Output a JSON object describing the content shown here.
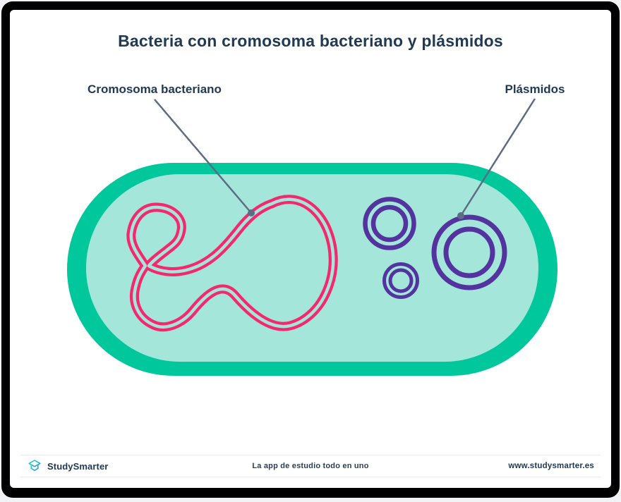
{
  "page": {
    "background": "#F2F3F7",
    "frame_color": "#000000",
    "card_color": "#FFFFFF"
  },
  "title": "Bacteria con cromosoma bacteriano y plásmidos",
  "labels": {
    "chromosome": "Cromosoma bacteriano",
    "plasmids": "Plásmidos"
  },
  "diagram": {
    "cell": {
      "membrane_color": "#00C89C",
      "cytoplasm_color": "#A4E7DA"
    },
    "chromosome": {
      "color": "#F5286E"
    },
    "plasmids": {
      "color": "#53339E",
      "count": "3"
    },
    "pointer": {
      "color": "#5B6D83"
    }
  },
  "footer": {
    "brand": "StudySmarter",
    "logo_gradient_start": "#2EDAC4",
    "logo_gradient_end": "#1F8FD8",
    "tagline": "La app de estudio todo en uno",
    "website": "www.studysmarter.es"
  }
}
